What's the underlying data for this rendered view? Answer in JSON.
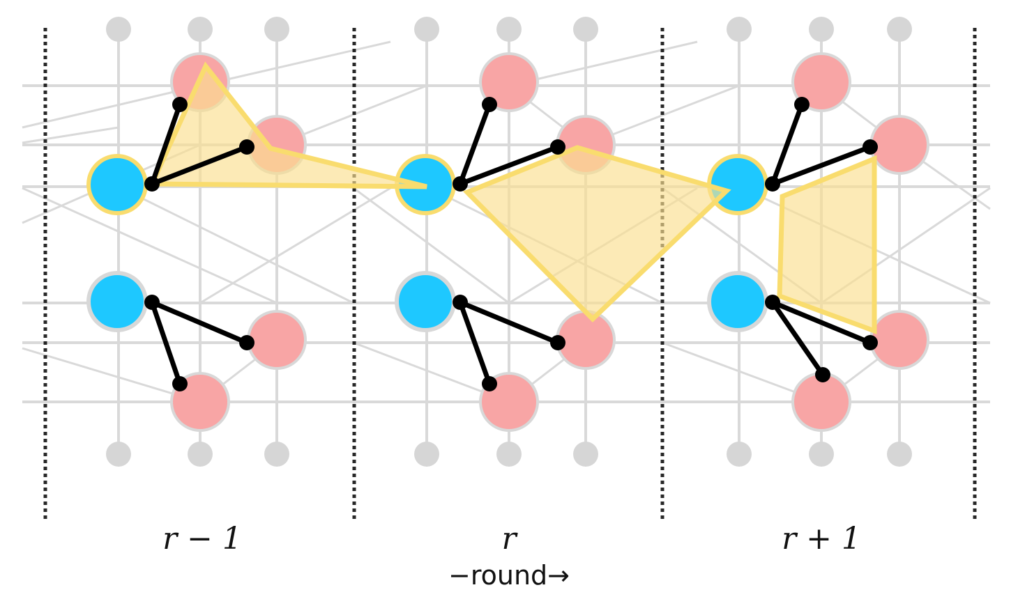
{
  "rounds": [
    {
      "label": "r − 1"
    },
    {
      "label": "r"
    },
    {
      "label": "r + 1"
    }
  ],
  "axis_label": "−round→",
  "colors": {
    "background": "#ffffff",
    "grid_line": "#d9d9d9",
    "grid_node": "#d6d6d6",
    "data_qubit": "#f8a5a5",
    "ancilla_qubit": "#1ec8ff",
    "highlight": "#f9dc6e",
    "highlight_fill": "#fbe4a0",
    "edge": "#000000",
    "separator": "#111111"
  }
}
